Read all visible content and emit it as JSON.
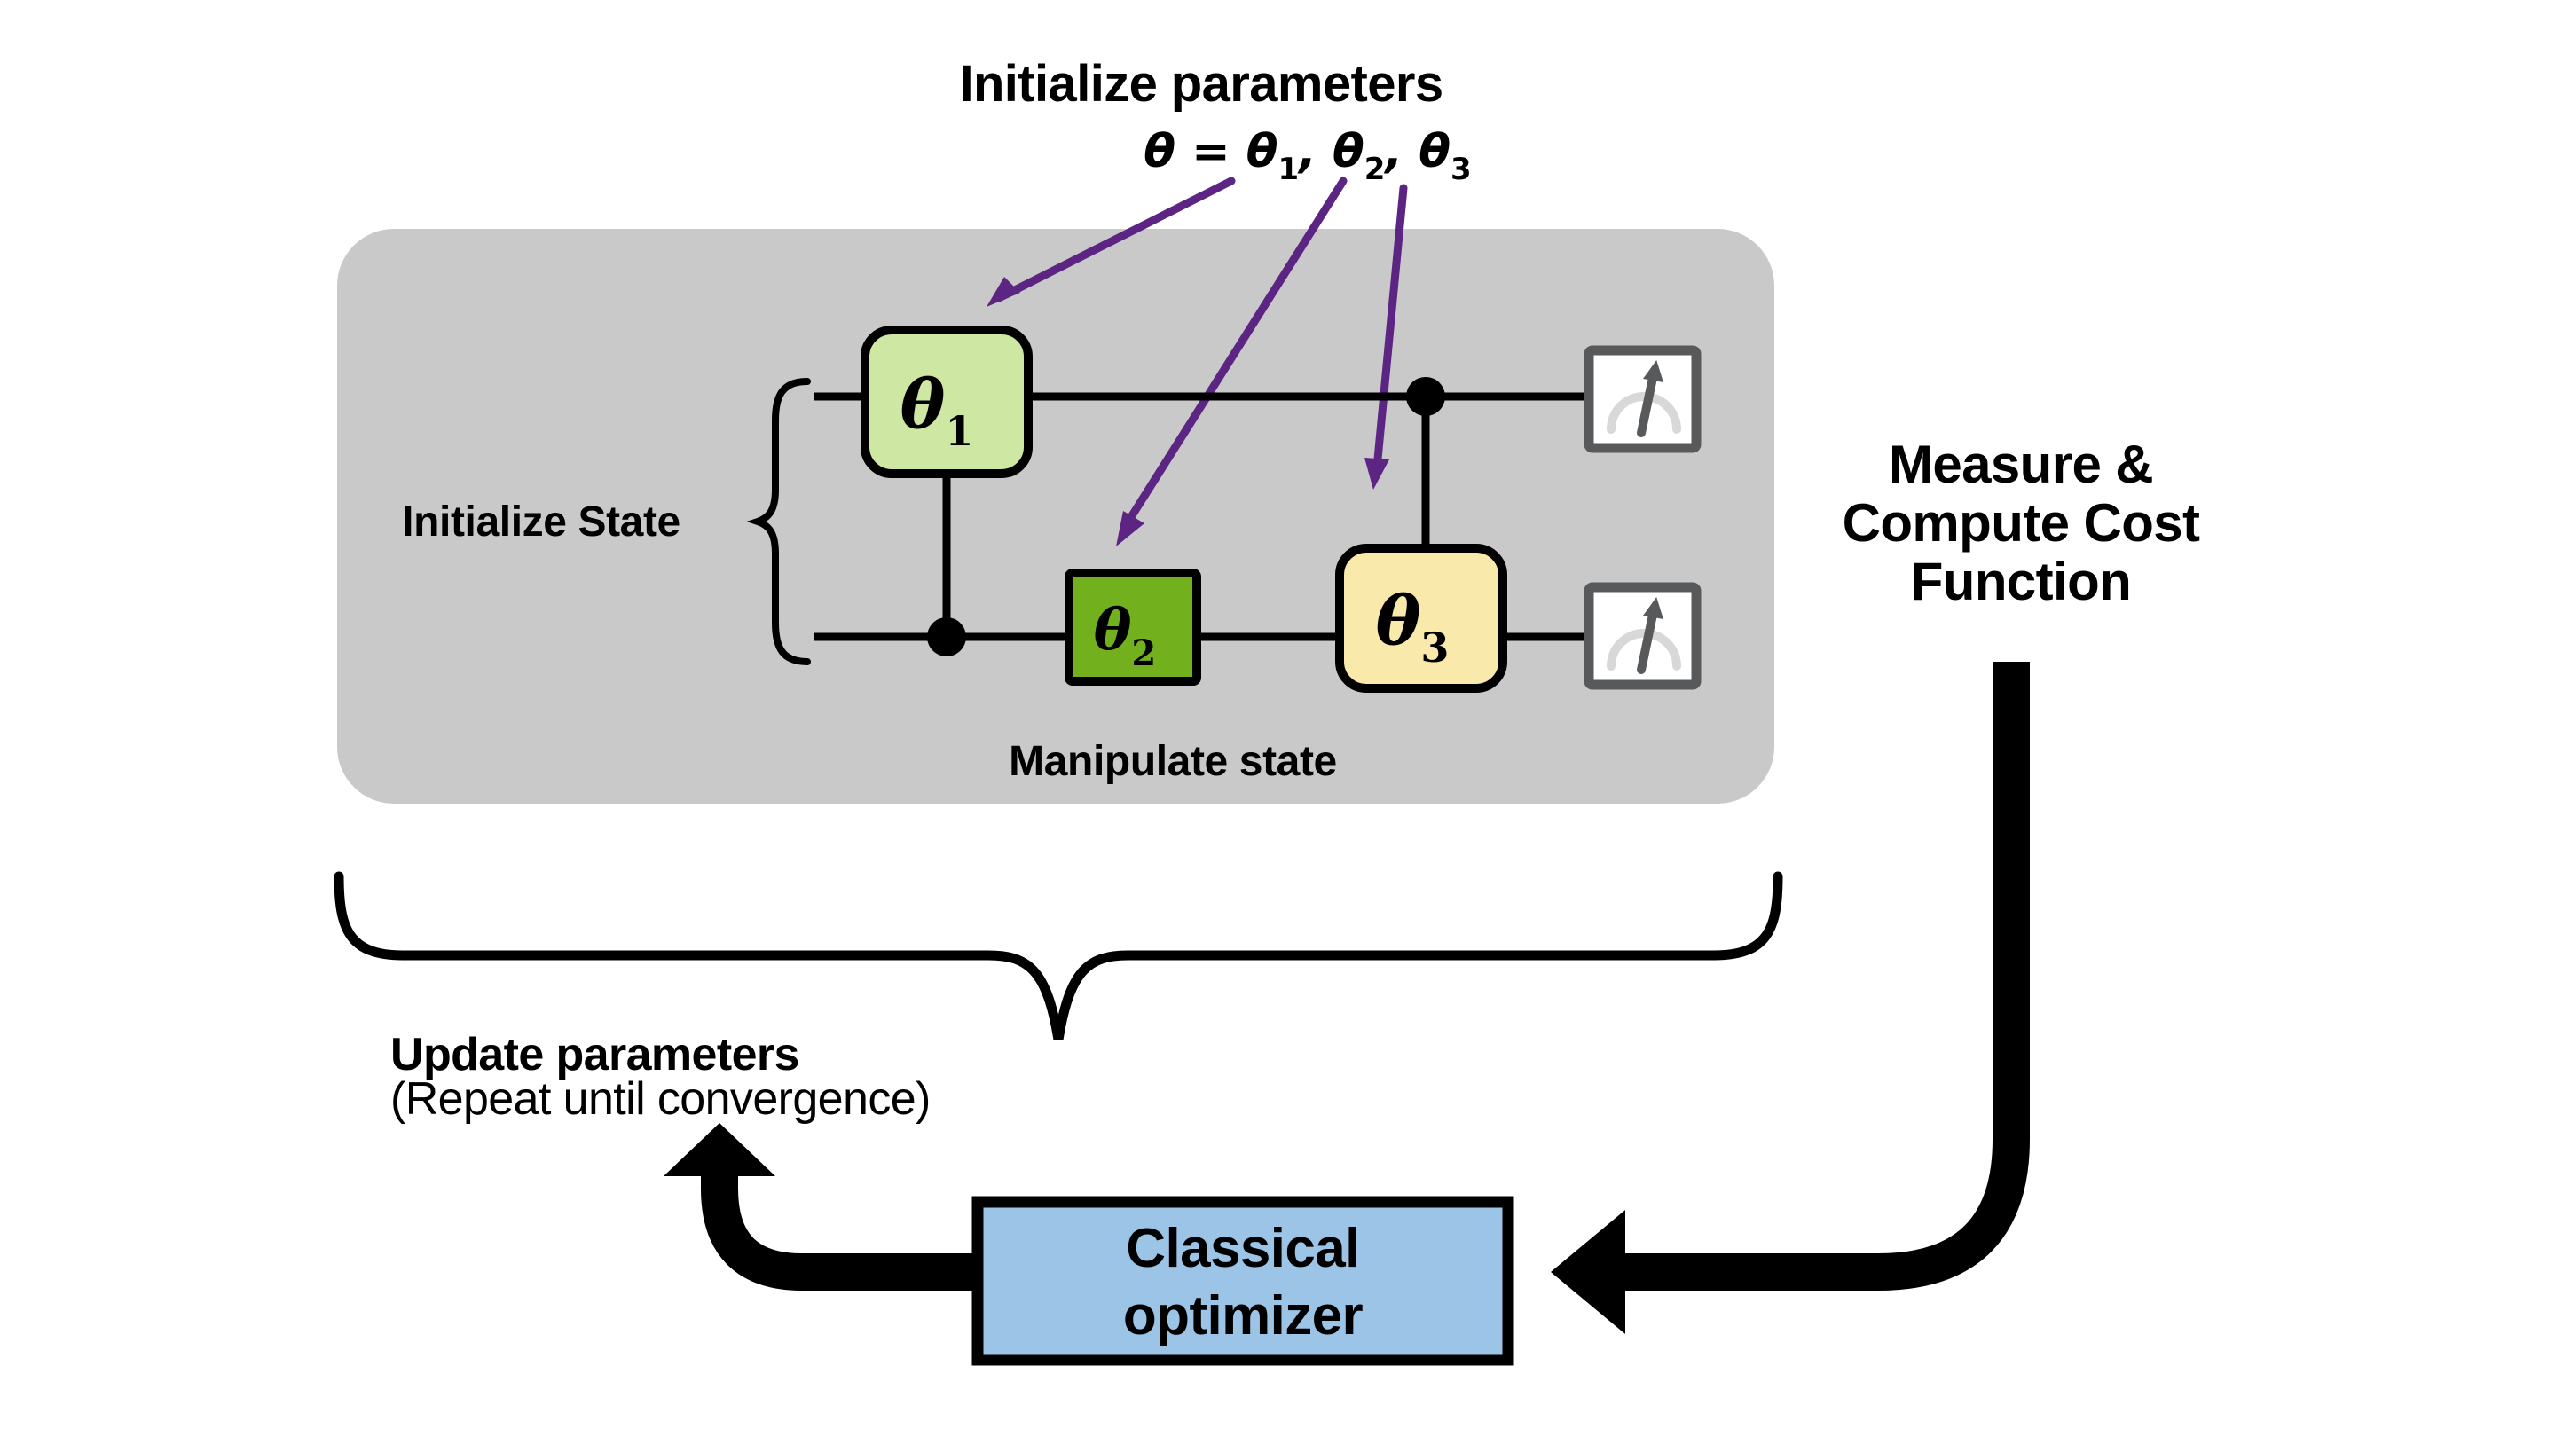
{
  "colors": {
    "purple": "#5c2483",
    "panel_gray": "#c9c9c9",
    "gate_theta1": "#cee7a2",
    "gate_theta2": "#73b01d",
    "gate_theta3": "#f9e9ab",
    "optimizer_blue": "#9cc4e6",
    "meter_frame_gray": "#58595b",
    "meter_arc_gray": "#d8d8d8",
    "line_black": "#000000"
  },
  "header": {
    "title": "Initialize parameters",
    "equation_parts": [
      "θ = θ",
      "1",
      ", θ",
      "2",
      ", θ",
      "3"
    ]
  },
  "circuit": {
    "initialize_state_label": "Initialize State",
    "manipulate_state_label": "Manipulate state",
    "gates": [
      {
        "symbol": "θ",
        "sub": "1"
      },
      {
        "symbol": "θ",
        "sub": "2"
      },
      {
        "symbol": "θ",
        "sub": "3"
      }
    ]
  },
  "measure_label": {
    "lines": [
      "Measure &",
      "Compute Cost",
      "Function"
    ]
  },
  "update_label": {
    "line1": "Update parameters",
    "line2": "(Repeat until convergence)"
  },
  "optimizer": {
    "lines": [
      "Classical",
      "optimizer"
    ]
  }
}
